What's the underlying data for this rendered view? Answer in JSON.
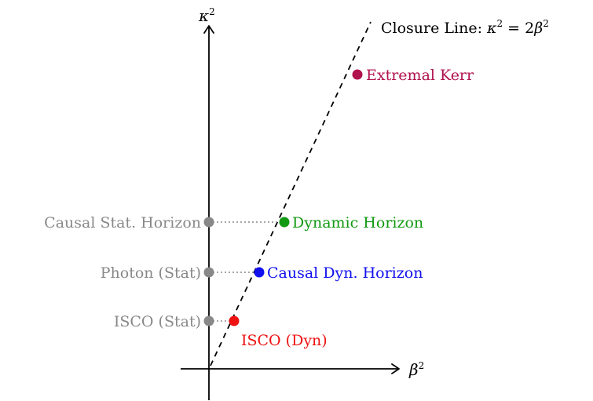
{
  "axes": {
    "y_label": "κ",
    "y_label_sup": "2",
    "x_label": "β",
    "x_label_sup": "2"
  },
  "closure_line": {
    "label_prefix": "Closure Line: ",
    "kappa": "κ",
    "kappa_sup": "2",
    "equals": " = 2",
    "beta": "β",
    "beta_sup": "2"
  },
  "points": {
    "extremal_kerr": {
      "label": "Extremal Kerr",
      "color": "#b0124e"
    },
    "dynamic_horizon": {
      "label": "Dynamic Horizon",
      "color": "#119911"
    },
    "causal_dyn_horizon": {
      "label": "Causal Dyn. Horizon",
      "color": "#1010ee"
    },
    "isco_dyn": {
      "label": "ISCO (Dyn)",
      "color": "#ee1111"
    },
    "causal_stat_horizon": {
      "label": "Causal Stat. Horizon",
      "color": "#888888"
    },
    "photon_stat": {
      "label": "Photon (Stat)",
      "color": "#888888"
    },
    "isco_stat": {
      "label": "ISCO (Stat)",
      "color": "#888888"
    }
  }
}
